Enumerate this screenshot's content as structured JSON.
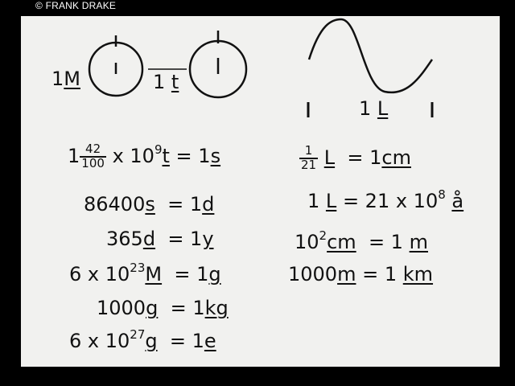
{
  "credit": "© FRANK DRAKE",
  "diagram": {
    "mass_label": "1",
    "mass_unit": "M",
    "time_label": "1",
    "time_unit": "t",
    "length_label": "1",
    "length_unit": "L"
  },
  "left": {
    "row1": {
      "int": "1",
      "num": "42",
      "den": "100",
      "times": "x 10",
      "exp": "9",
      "unit": "t",
      "eq": "= 1",
      "res": "s"
    },
    "row2": {
      "value": "86400",
      "unit": "s",
      "eq": "= 1",
      "res": "d"
    },
    "row3": {
      "value": "365",
      "unit": "d",
      "eq": "= 1",
      "res": "y"
    },
    "row4": {
      "pre": "6 x 10",
      "exp": "23",
      "unit": "M",
      "eq": "= 1",
      "res": "g"
    },
    "row5": {
      "value": "1000",
      "unit": "g",
      "eq": "= 1",
      "res": "kg"
    },
    "row6": {
      "pre": "6 x 10",
      "exp": "27",
      "unit": "g",
      "eq": "= 1",
      "res": "e"
    }
  },
  "right": {
    "row1": {
      "num": "1",
      "den": "21",
      "unit": "L",
      "eq": "= 1",
      "res": "cm"
    },
    "row2": {
      "pre": "1",
      "unit": "L",
      "eq": "= 21 x 10",
      "exp": "8",
      "res": "å"
    },
    "row3": {
      "pre": "10",
      "exp": "2",
      "unit": "cm",
      "eq": "= 1",
      "res": "m"
    },
    "row4": {
      "value": "1000",
      "unit": "m",
      "eq": "= 1",
      "res": "km"
    }
  }
}
